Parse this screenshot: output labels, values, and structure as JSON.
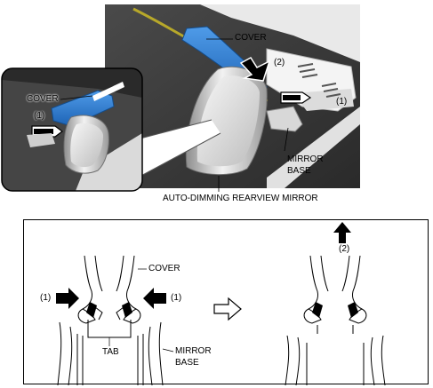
{
  "photo": {
    "labels": {
      "cover_main": "COVER",
      "step2": "(2)",
      "step1_main": "(1)",
      "cover_inset": "COVER",
      "step1_inset": "(1)",
      "mirror_base_line1": "MIRROR",
      "mirror_base_line2": "BASE",
      "caption": "AUTO-DIMMING REARVIEW MIRROR"
    }
  },
  "sketch": {
    "labels": {
      "cover": "COVER",
      "step1_left": "(1)",
      "step1_right": "(1)",
      "step2": "(2)",
      "tab": "TAB",
      "mirror_base_line1": "MIRROR",
      "mirror_base_line2": "BASE"
    }
  },
  "colors": {
    "cover_blue": "#2f7fd6",
    "wire_yellow": "#b7a82a",
    "background_dark": "#3a3a3a",
    "arrow": "#000000"
  }
}
